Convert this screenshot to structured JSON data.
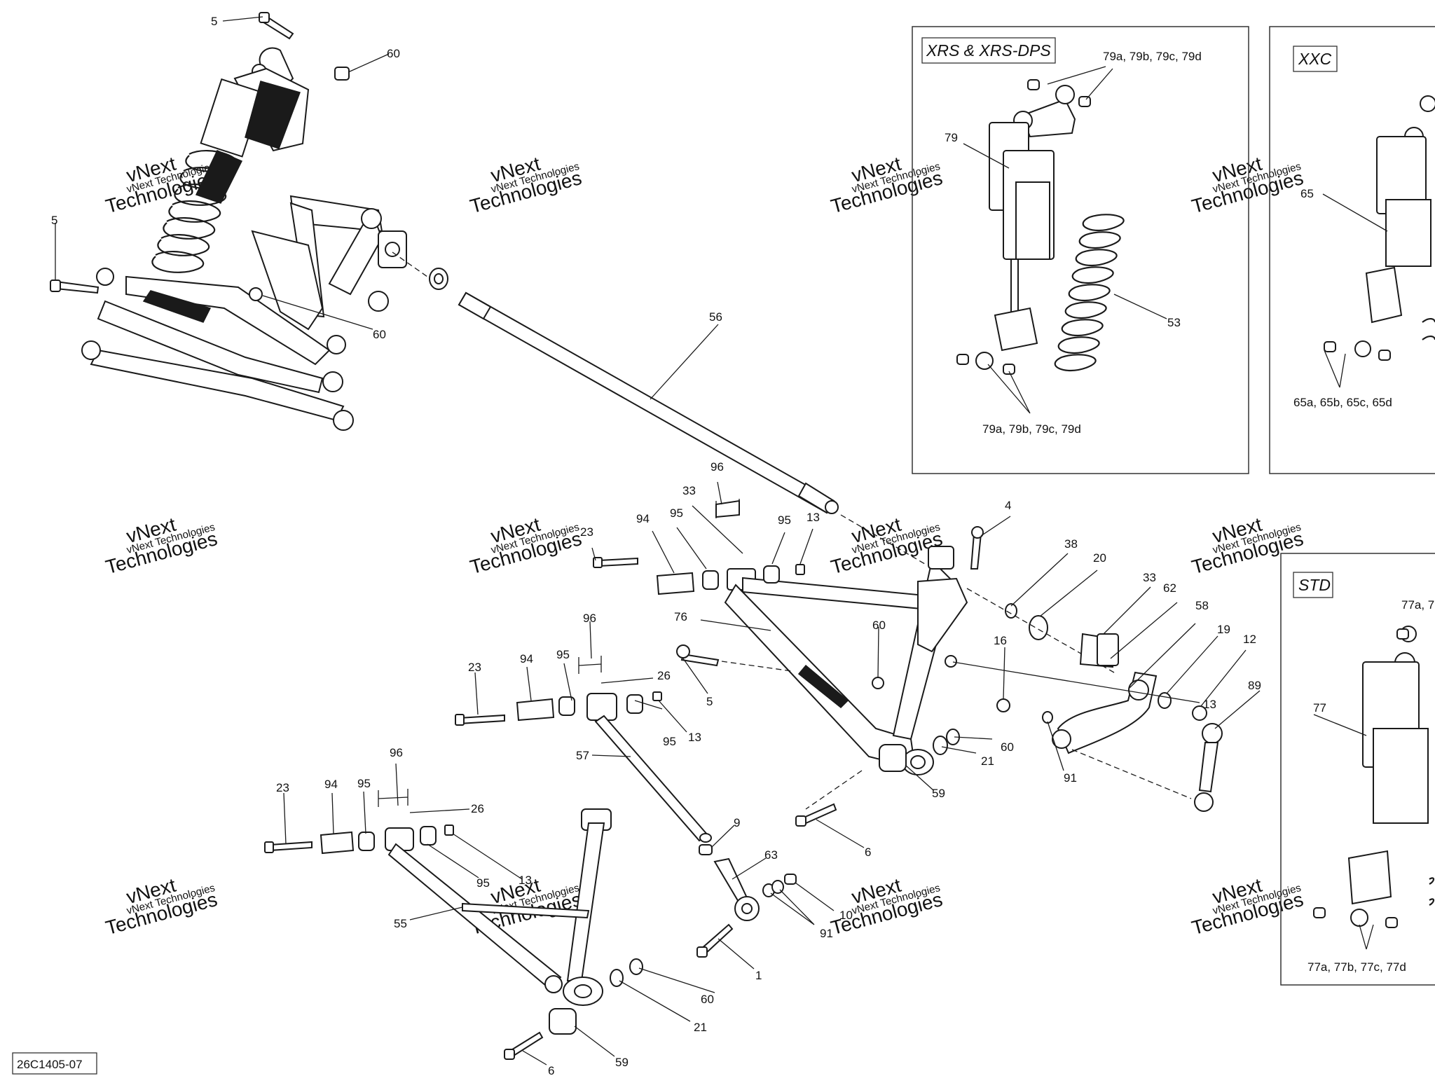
{
  "diagram_code": "26C1405-07",
  "watermark": {
    "line1": "vNext",
    "line2": "Technologies",
    "small": "vNext Technologies"
  },
  "insets": [
    {
      "title": "XRS & XRS-DPS",
      "callouts": [
        "79a, 79b, 79c, 79d",
        "79",
        "53",
        "79a, 79b, 79c, 79d"
      ]
    },
    {
      "title": "XXC",
      "callouts": [
        "65",
        "65a, 65b, 65c, 65d"
      ]
    },
    {
      "title": "STD",
      "callouts": [
        "77a, 7",
        "77",
        "77a, 77b, 77c, 77d"
      ]
    }
  ],
  "callouts": [
    "5",
    "60",
    "5",
    "60",
    "56",
    "96",
    "33",
    "94",
    "95",
    "95",
    "13",
    "23",
    "4",
    "38",
    "20",
    "33",
    "62",
    "58",
    "76",
    "60",
    "16",
    "19",
    "12",
    "13",
    "5",
    "96",
    "95",
    "26",
    "23",
    "94",
    "89",
    "13",
    "95",
    "91",
    "60",
    "21",
    "57",
    "59",
    "96",
    "23",
    "94",
    "95",
    "26",
    "9",
    "6",
    "63",
    "13",
    "95",
    "55",
    "10",
    "91",
    "1",
    "60",
    "21",
    "59",
    "6"
  ]
}
